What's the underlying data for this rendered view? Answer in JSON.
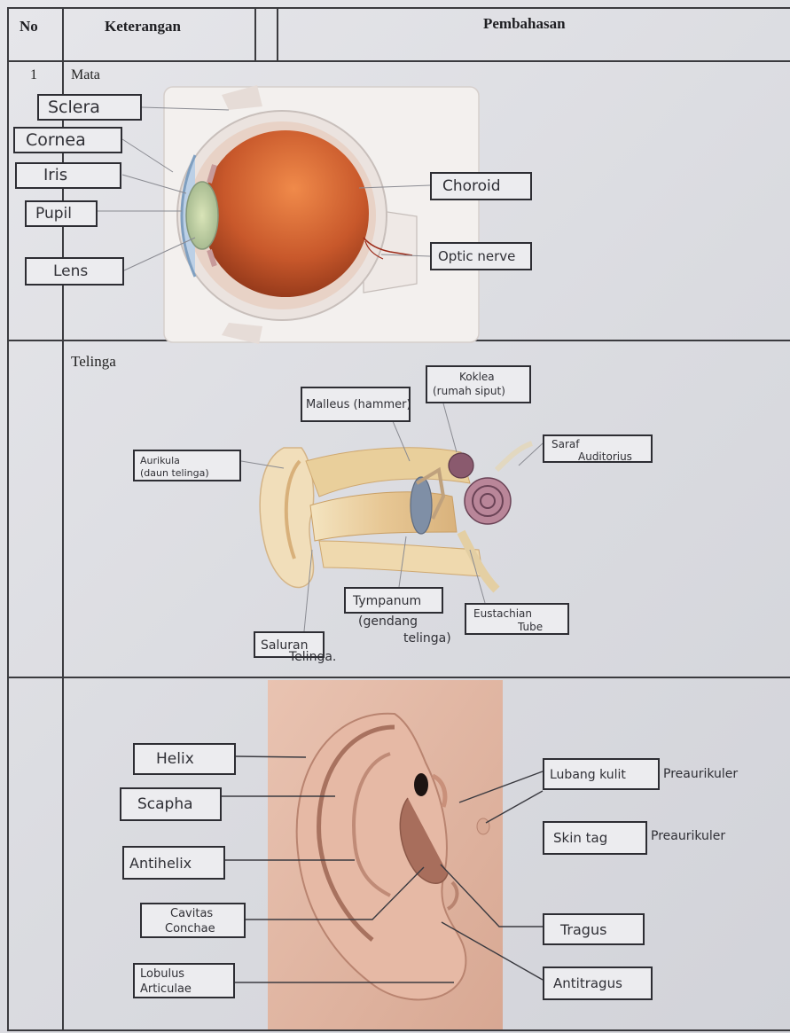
{
  "table": {
    "headers": {
      "no": "No",
      "keterangan": "Keterangan",
      "pembahasan": "Pembahasan"
    },
    "row_number": "1"
  },
  "eye": {
    "title": "Mata",
    "labels": {
      "sclera": "Sclera",
      "cornea": "Cornea",
      "iris": "Iris",
      "pupil": "Pupil",
      "lens": "Lens",
      "choroid": "Choroid",
      "optic_nerve": "Optic nerve"
    }
  },
  "ear": {
    "title": "Telinga",
    "labels": {
      "malleus": "Malleus (hammer)",
      "koklea_1": "Koklea",
      "koklea_2": "(rumah siput)",
      "saraf_1": "Saraf",
      "saraf_2": "Auditorius",
      "aurikula_1": "Aurikula",
      "aurikula_2": "(daun telinga)",
      "tympanum_1": "Tympanum",
      "tympanum_2": "(gendang",
      "tympanum_3": "telinga)",
      "eustachian_1": "Eustachian",
      "eustachian_2": "Tube",
      "saluran_1": "Saluran",
      "saluran_2": "Telinga."
    }
  },
  "outer_ear": {
    "labels": {
      "helix": "Helix",
      "scapha": "Scapha",
      "antihelix": "Antihelix",
      "cavitas_1": "Cavitas",
      "cavitas_2": "Conchae",
      "lobulus_1": "Lobulus",
      "lobulus_2": "Articulae",
      "lubang": "Lubang kulit",
      "lubang_suffix": "Preaurikuler",
      "skin": "Skin tag",
      "skin_suffix": "Preaurikuler",
      "tragus": "Tragus",
      "antitragus": "Antitragus"
    }
  },
  "colors": {
    "line": "#3b3b3f",
    "eyeball": "#c2552a",
    "skin": "#e2b8a6"
  }
}
